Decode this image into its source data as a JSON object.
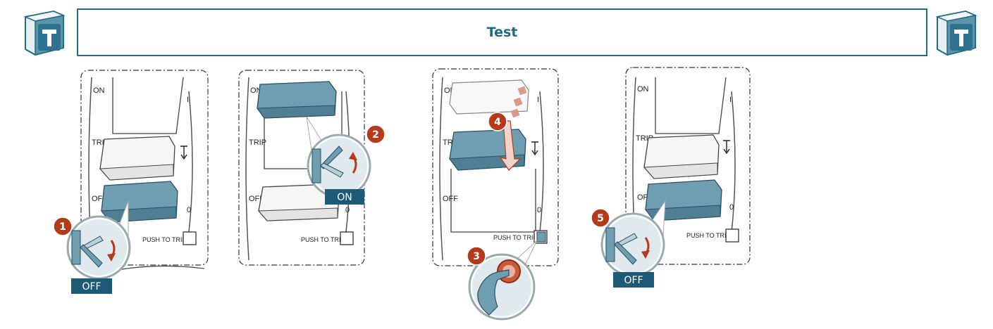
{
  "header": {
    "title": "Test"
  },
  "icons": {
    "left": "test-t-icon",
    "right": "test-t-icon"
  },
  "colors": {
    "accent": "#1d6b84",
    "step_badge": "#b53a1a",
    "handle_blue": "#6f9eb1"
  },
  "switch_labels": {
    "on": "ON",
    "trip": "TRIP",
    "off": "OFF",
    "one": "I",
    "zero": "0",
    "push": "PUSH TO TRIP"
  },
  "steps": [
    {
      "number": "1",
      "badge": "OFF"
    },
    {
      "number": "2",
      "badge": "ON"
    },
    {
      "number": "3"
    },
    {
      "number": "4"
    },
    {
      "number": "5",
      "badge": "OFF"
    }
  ]
}
